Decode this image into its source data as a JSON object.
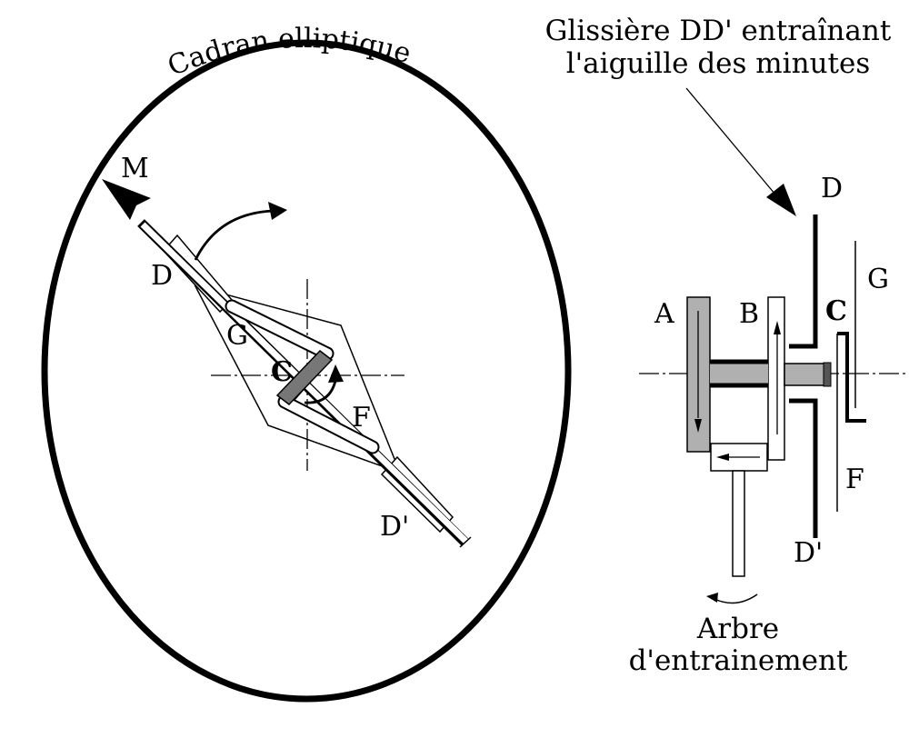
{
  "left_view": {
    "dial_title": "Cadran elliptique",
    "labels": {
      "m": "M",
      "d": "D",
      "g": "G",
      "c": "C",
      "f": "F",
      "d_prime": "D'"
    }
  },
  "right_view": {
    "callout_line1": "Glissière DD' entraînant",
    "callout_line2": "l'aiguille des minutes",
    "labels": {
      "d": "D",
      "g": "G",
      "a": "A",
      "b": "B",
      "c": "C",
      "f": "F",
      "d_prime": "D'"
    },
    "shaft_line1": "Arbre",
    "shaft_line2": "d'entrainement"
  },
  "colors": {
    "ink": "#000000",
    "shade": "#b0b0b0",
    "dark_shade": "#777777",
    "paper": "#ffffff"
  }
}
